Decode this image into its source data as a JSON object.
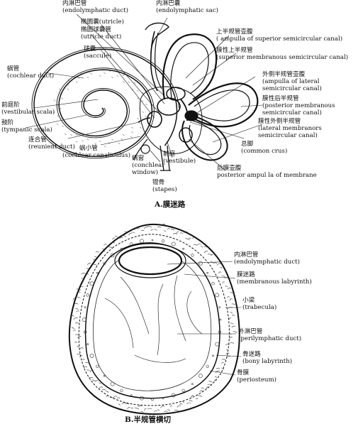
{
  "figure_a": {
    "caption": "A.膜迷路",
    "labels": {
      "endolymphatic_duct": [
        "内淋巴管",
        "(endolymphatic duct)"
      ],
      "endolymphatic_sac": [
        "内淋巴囊",
        "(endolymphatic sac)"
      ],
      "utricle": [
        "椭圆囊(utricle)"
      ],
      "utricle_duct": [
        "椭圆球囊管",
        "(utricle duct)"
      ],
      "saccule": [
        "球囊",
        "(saccule)"
      ],
      "cochlear_duct": [
        "蜗管",
        "(cochlear duct)"
      ],
      "vestibular_scala": [
        "前庭阶",
        "(vestibular scala)"
      ],
      "tympanic_scala": [
        "鼓阶",
        "(tympanic scala)"
      ],
      "reunient_duct": [
        "连合管",
        "(reunient duct)"
      ],
      "cochlear_canaliculus": [
        "蜗小管",
        "(cochlear canaliculus)"
      ],
      "conchlear_window": [
        "蜗窗",
        "(conchlear",
        "window)"
      ],
      "stapes": [
        "镫骨",
        "(stapes)"
      ],
      "vestibule": [
        "前庭",
        "(vestibule)"
      ],
      "ampulla_superior": [
        "上半规管壶腹",
        "( ampulla of superior semicircular canal)"
      ],
      "superior_membranous": [
        "膜性上半规管",
        "(superior membranous semicircular canal)"
      ],
      "ampulla_lateral": [
        "外侧半规管壶腹",
        "(ampulla of lateral",
        "semicircular canal)"
      ],
      "posterior_membranous": [
        "膜性后半规管",
        "(posterior membranous",
        "semicircular canal)"
      ],
      "lateral_membranous": [
        "膜性外侧半规管",
        "(lateral membranors",
        "semicircular canal)"
      ],
      "common_crus": [
        "总脚",
        "(common crus)"
      ],
      "posterior_ampulla": [
        "后膜壶腹",
        "posterior ampul la of membrane"
      ]
    }
  },
  "figure_b": {
    "caption": "B.半规管横切",
    "labels": {
      "endolymphatic_duct": [
        "内淋巴管",
        "(endolymphatic duct)"
      ],
      "membranous_labyrinth": [
        "膜迷路",
        "(membranous labyrinth)"
      ],
      "trabecula": [
        "小梁",
        "(trabecula)"
      ],
      "perilymphatic_duct": [
        "外淋巴管",
        "(perilymphatic duct)"
      ],
      "bony_labyrinth": [
        "骨迷路",
        "(bony labyrinth)"
      ],
      "periosteum": [
        "骨膜",
        "(periosteum)"
      ]
    }
  },
  "colors": {
    "ink": "#111111",
    "fill": "#ffffff",
    "texture": "#333333"
  }
}
